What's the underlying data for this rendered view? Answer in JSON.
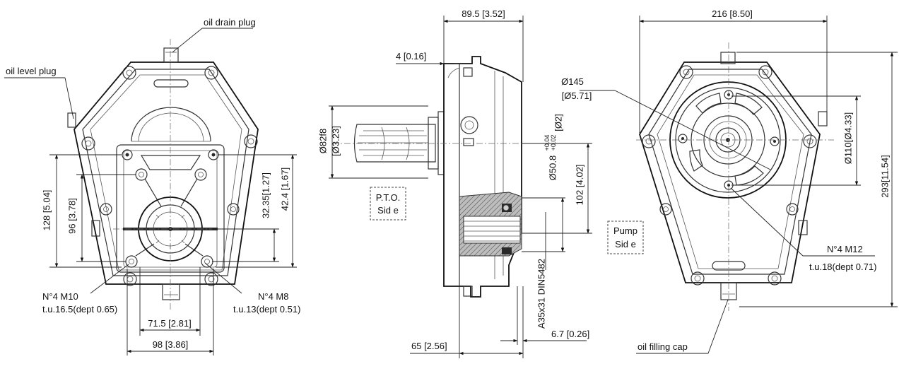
{
  "labels": {
    "oil_drain_plug": "oil drain plug",
    "oil_level_plug": "oil level plug",
    "oil_filling_cap": "oil filling cap",
    "pto_side_line1": "P.T.O.",
    "pto_side_line2": "Sid e",
    "pump_side_line1": "Pump",
    "pump_side_line2": "Sid e",
    "left_holes_line1": "N°4 M10",
    "left_holes_line2": "t.u.16.5(dept 0.65)",
    "mid_holes_line1": "N°4 M8",
    "mid_holes_line2": "t.u.13(dept 0.51)",
    "right_holes_line1": "N°4 M12",
    "right_holes_line2": "t.u.18(dept 0.71)",
    "shaft_spec": "A35x31 DIN5482"
  },
  "dimensions": {
    "d_128": "128 [5.04]",
    "d_96": "96 [3.78]",
    "d_32_35": "32.35[1.27]",
    "d_42_4": "42.4 [1.67]",
    "d_71_5": "71.5 [2.81]",
    "d_98": "98 [3.86]",
    "d_89_5": "89.5 [3.52]",
    "d_4": "4 [0.16]",
    "d_82f8_a": "Ø82f8",
    "d_82f8_b": "[Ø3.23]",
    "d_50_8": "Ø50.8",
    "d_50_8_tol_upper": "+0.04",
    "d_50_8_tol_lower": "+0.02",
    "d_50_8_inch": "[Ø2]",
    "d_102": "102 [4.02]",
    "d_65": "65 [2.56]",
    "d_6_7": "6.7 [0.26]",
    "d_216": "216 [8.50]",
    "d_145_a": "Ø145",
    "d_145_b": "[Ø5.71]",
    "d_110": "Ø110[Ø4.33]",
    "d_293": "293[11.54]"
  }
}
